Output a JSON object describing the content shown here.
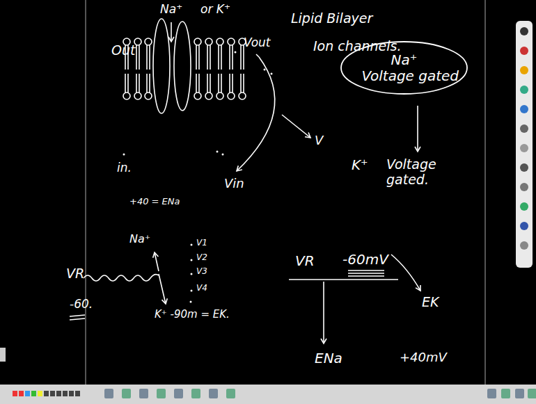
{
  "diagram": {
    "nodes": [
      {
        "text": [
          "Na⁺",
          "Voltage gated"
        ]
      }
    ],
    "labels": [
      "Out",
      "Na⁺",
      "or K⁺",
      "Vout",
      "Lipid Bilayer",
      "Ion channels.",
      "in.",
      "Vin",
      "V",
      "K⁺",
      "Voltage gated.",
      "+40 = ENa",
      "Na⁺",
      "VR",
      "-60.",
      "V1",
      "V2",
      "V3",
      "V4",
      "K⁺ -90m = EK.",
      "VR",
      "-60mV",
      "EK",
      "ENa",
      "+40mV"
    ]
  }
}
